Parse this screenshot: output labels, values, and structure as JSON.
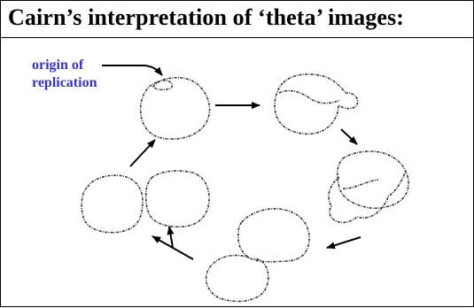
{
  "title": "Cairn’s interpretation of ‘theta’ images:",
  "origin_label": {
    "line1": "origin of",
    "line2": "replication"
  },
  "colors": {
    "title": "#000000",
    "origin_label": "#3333cc",
    "dna": "#333333",
    "arrows": "#000000"
  },
  "stages": [
    "unreplicated circle",
    "replication bubble",
    "theta intermediate",
    "late theta intermediate",
    "separating daughter circles",
    "two daughter circles"
  ]
}
